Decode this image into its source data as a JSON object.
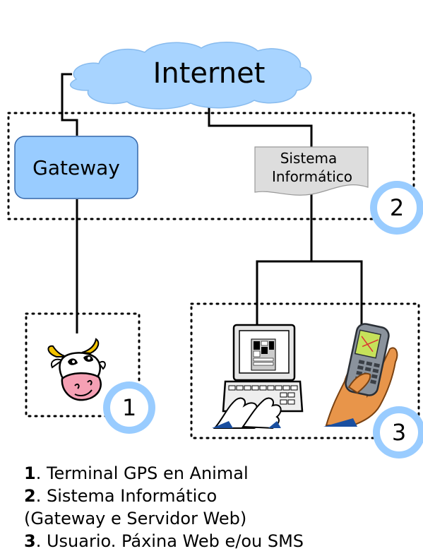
{
  "nodes": {
    "internet": {
      "label": "Internet"
    },
    "gateway": {
      "label": "Gateway"
    },
    "sistema": {
      "label_line1": "Sistema",
      "label_line2": "Informático"
    }
  },
  "badges": {
    "one": "1",
    "two": "2",
    "three": "3"
  },
  "legend": [
    {
      "num": "1",
      "text": ". Terminal GPS en Animal"
    },
    {
      "num": "2",
      "text": ". Sistema Informático"
    },
    {
      "num": "",
      "text": "(Gateway e Servidor Web)"
    },
    {
      "num": "3",
      "text": ". Usuario. Páxina Web e/ou SMS"
    }
  ],
  "icons": [
    "cloud-icon",
    "cow-icon",
    "computer-icon",
    "mobile-phone-icon",
    "document-icon"
  ],
  "colors": {
    "node_fill": "#99ccff",
    "node_stroke": "#3366aa",
    "badge_fill": "#ffffff",
    "badge_ring": "#99ccff",
    "document_fill": "#dddddd"
  }
}
